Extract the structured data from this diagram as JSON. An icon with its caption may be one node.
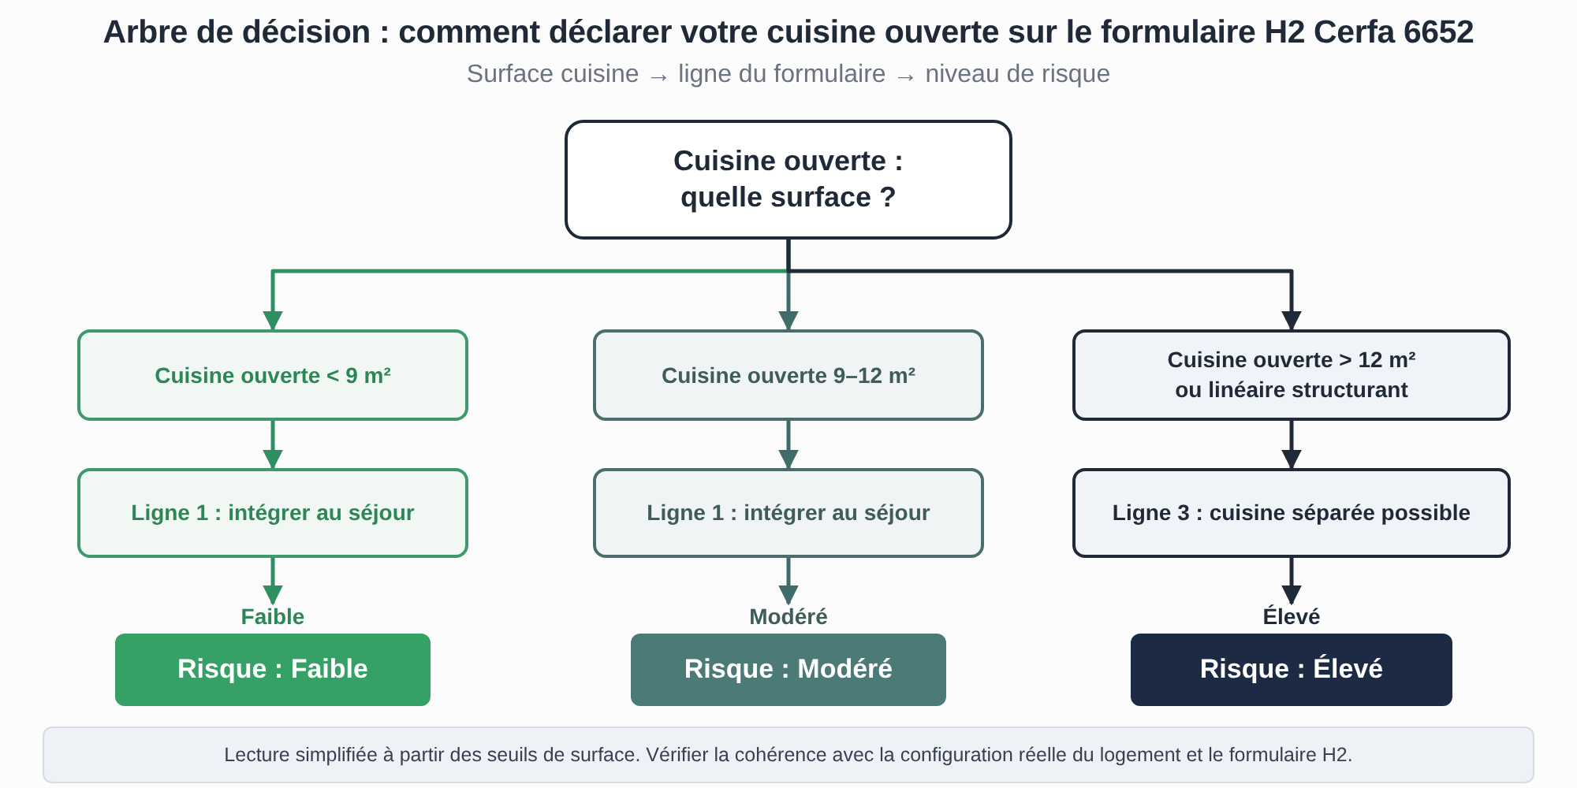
{
  "diagram": {
    "title": "Arbre de décision : comment déclarer votre cuisine ouverte sur le formulaire H2 Cerfa 6652",
    "nodes": [
      {
        "text": [
          "Cuisine ouverte : quelle surface ?"
        ]
      },
      {
        "text": [
          "Cuisine ouverte < 9 m²"
        ]
      },
      {
        "text": [
          "Cuisine ouverte 9–12 m²"
        ]
      },
      {
        "text": [
          "Cuisine ouverte > 12 m² ou linéaire structurant"
        ]
      },
      {
        "text": [
          "Ligne 1 : intégrer au séjour"
        ]
      },
      {
        "text": [
          "Ligne 1 : intégrer au séjour"
        ]
      },
      {
        "text": [
          "Ligne 3 : cuisine séparée possible"
        ]
      },
      {
        "text": [
          "Risque : Faible"
        ],
        "beside": [
          "Faible"
        ]
      },
      {
        "text": [
          "Risque : Modéré"
        ],
        "beside": [
          "Modéré"
        ]
      },
      {
        "text": [
          "Risque : Élevé"
        ],
        "beside": [
          "Élevé"
        ]
      },
      {
        "text": [
          "Lecture simplifiée à partir des seuils de surface. Vérifier la cohérence avec la configuration réelle du logement et le formulaire H2."
        ]
      }
    ],
    "edges": [
      {
        "from": 0,
        "to": 1,
        "arrow": "to",
        "color": "#2f8f62"
      },
      {
        "from": 0,
        "to": 2,
        "arrow": "to",
        "color": "#3f6c69"
      },
      {
        "from": 0,
        "to": 3,
        "arrow": "to",
        "color": "#1f2937"
      },
      {
        "from": 1,
        "to": 4,
        "arrow": "to",
        "color": "#2f8f62"
      },
      {
        "from": 2,
        "to": 5,
        "arrow": "to",
        "color": "#3f6c69"
      },
      {
        "from": 3,
        "to": 6,
        "arrow": "to",
        "color": "#1f2937"
      },
      {
        "from": 4,
        "to": 7,
        "arrow": "to",
        "color": "#2f8f62"
      },
      {
        "from": 5,
        "to": 8,
        "arrow": "to",
        "color": "#3f6c69"
      },
      {
        "from": 6,
        "to": 9,
        "arrow": "to",
        "color": "#1f2937"
      }
    ],
    "labels": [
      "Surface cuisine → ligne du formulaire → niveau de risque"
    ]
  }
}
